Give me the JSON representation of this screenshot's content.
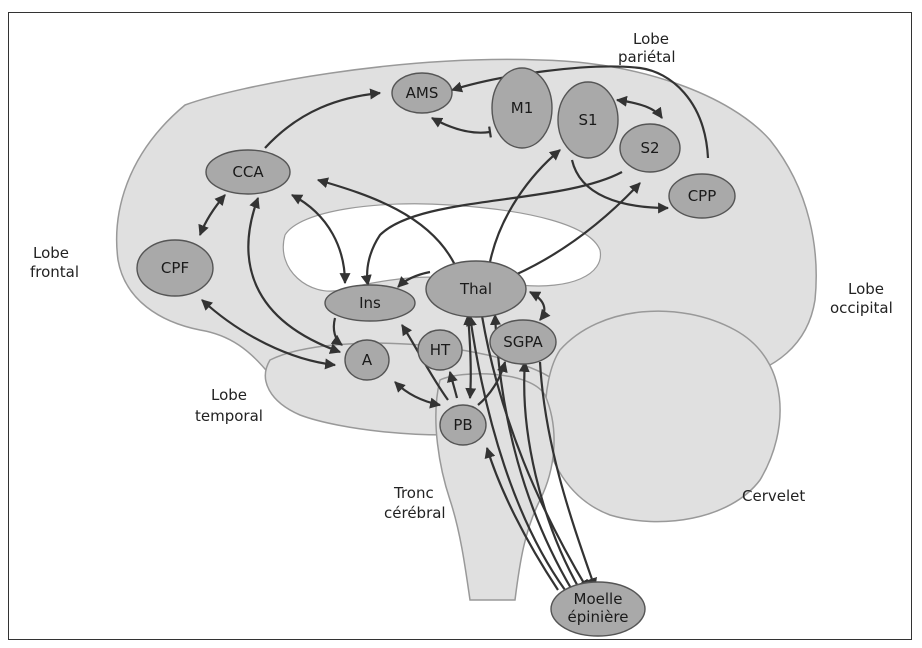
{
  "regions": {
    "parietal_line1": "Lobe",
    "parietal_line2": "pariétal",
    "frontal_line1": "Lobe",
    "frontal_line2": "frontal",
    "occipital_line1": "Lobe",
    "occipital_line2": "occipital",
    "temporal_line1": "Lobe",
    "temporal_line2": "temporal",
    "tronc_line1": "Tronc",
    "tronc_line2": "cérébral",
    "cervelet": "Cervelet"
  },
  "nodes": {
    "ams": "AMS",
    "m1": "M1",
    "s1": "S1",
    "s2": "S2",
    "cpp": "CPP",
    "cca": "CCA",
    "cpf": "CPF",
    "ins": "Ins",
    "thal": "Thal",
    "sgpa": "SGPA",
    "a": "A",
    "ht": "HT",
    "pb": "PB",
    "moelle_line1": "Moelle",
    "moelle_line2": "épinière"
  },
  "colors": {
    "brain_fill": "#e0e0e0",
    "node_fill": "#a9a9a9",
    "arrow": "#333333"
  }
}
